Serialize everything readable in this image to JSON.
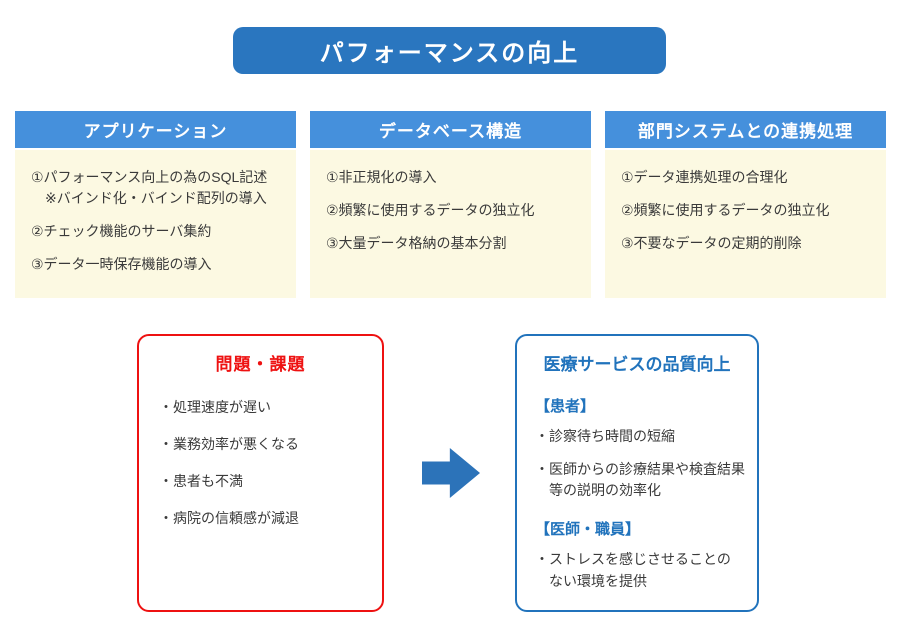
{
  "title": "パフォーマンスの向上",
  "colors": {
    "banner_blue": "#2A76BF",
    "header_blue": "#4590DC",
    "panel_cream": "#FCF9E2",
    "problem_red": "#EE1111",
    "outcome_blue": "#2173BC",
    "arrow_blue": "#2C73B9",
    "body_text": "#3A3A3A"
  },
  "columns": [
    {
      "header": "アプリケーション",
      "items": [
        "①パフォーマンス向上の為のSQL記述\n※バインド化・バインド配列の導入",
        "②チェック機能のサーバ集約",
        "③データ一時保存機能の導入"
      ]
    },
    {
      "header": "データベース構造",
      "items": [
        "①非正規化の導入",
        "②頻繁に使用するデータの独立化",
        "③大量データ格納の基本分割"
      ]
    },
    {
      "header": "部門システムとの連携処理",
      "items": [
        "①データ連携処理の合理化",
        "②頻繁に使用するデータの独立化",
        "③不要なデータの定期的削除"
      ]
    }
  ],
  "problem_box": {
    "title": "問題・課題",
    "items": [
      "・処理速度が遅い",
      "・業務効率が悪くなる",
      "・患者も不満",
      "・病院の信頼感が減退"
    ]
  },
  "outcome_box": {
    "title": "医療サービスの品質向上",
    "groups": [
      {
        "label": "【患者】",
        "items": [
          "・診察待ち時間の短縮",
          "・医師からの診療結果や検査結果\n等の説明の効率化"
        ]
      },
      {
        "label": "【医師・職員】",
        "items": [
          "・ストレスを感じさせることの\nない環境を提供"
        ]
      }
    ]
  }
}
